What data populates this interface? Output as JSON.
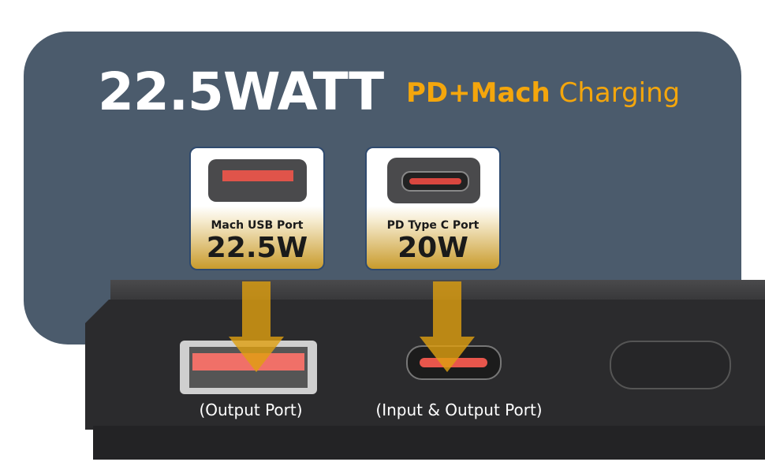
{
  "headline": "22.5WATT",
  "subtitle": {
    "bold": "PD+Mach",
    "regular": "Charging"
  },
  "cards": [
    {
      "label": "Mach USB Port",
      "value": "22.5W"
    },
    {
      "label": "PD Type C Port",
      "value": "20W"
    }
  ],
  "port_labels": [
    "(Output Port)",
    "(Input & Output Port)"
  ],
  "colors": {
    "panel": "#4b5b6c",
    "accent": "#f4a60c"
  }
}
